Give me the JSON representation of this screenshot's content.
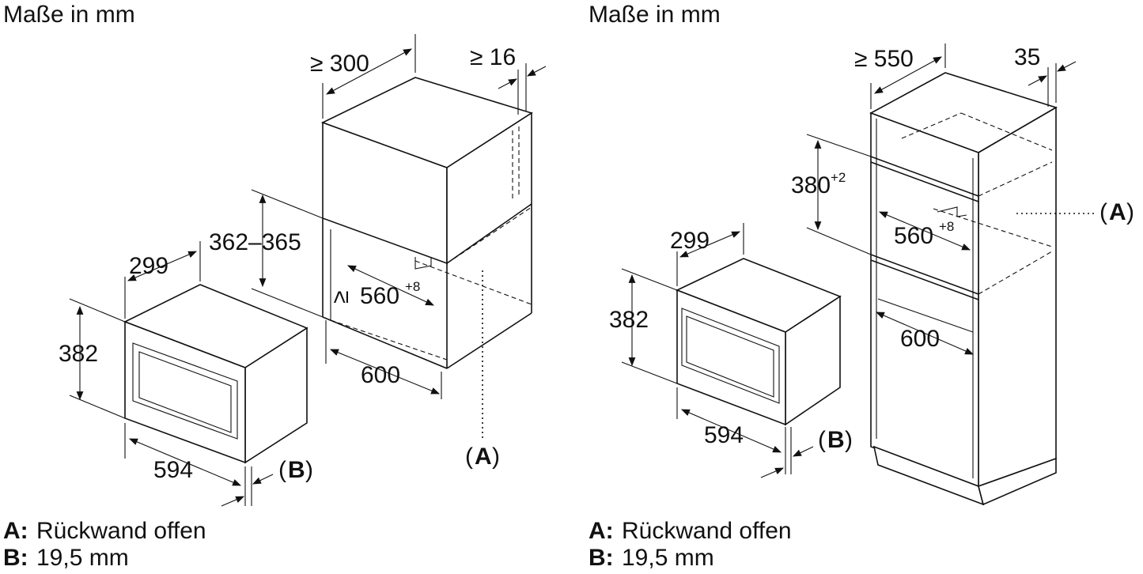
{
  "left": {
    "title": "Maße in mm",
    "dims": {
      "depth_top": "≥ 300",
      "gap": "≥ 16",
      "height_niche": "362–365",
      "width_niche": "≥ 560",
      "width_niche_tol": "+8",
      "depth_niche": "600",
      "appliance_depth": "299",
      "appliance_height": "382",
      "appliance_width": "594"
    },
    "callouts": {
      "a": "A",
      "b": "B"
    },
    "legend": [
      {
        "key": "A:",
        "text": "Rückwand offen"
      },
      {
        "key": "B:",
        "text": "19,5 mm"
      }
    ]
  },
  "right": {
    "title": "Maße in mm",
    "dims": {
      "depth_top": "≥ 550",
      "gap": "35",
      "height_niche": "380",
      "height_niche_tol": "+2",
      "width_niche": "560",
      "width_niche_tol": "+8",
      "depth_niche": "600",
      "appliance_depth": "299",
      "appliance_height": "382",
      "appliance_width": "594"
    },
    "callouts": {
      "a": "A",
      "b": "B"
    },
    "legend": [
      {
        "key": "A:",
        "text": "Rückwand offen"
      },
      {
        "key": "B:",
        "text": "19,5 mm"
      }
    ]
  }
}
